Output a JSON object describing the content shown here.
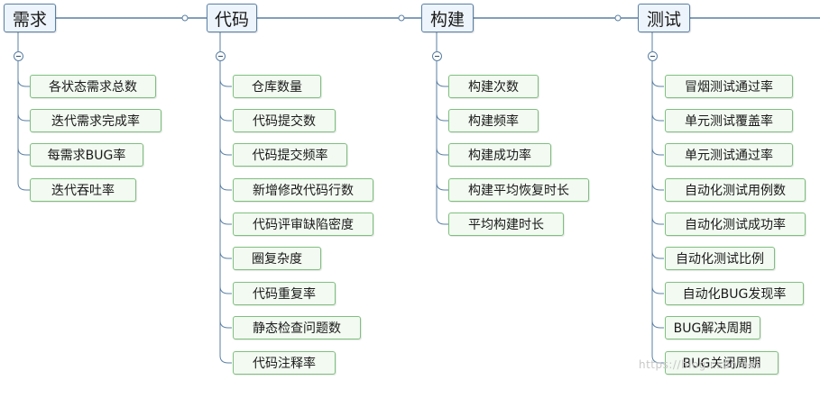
{
  "columns": [
    {
      "title": "需求",
      "items": [
        "各状态需求总数",
        "迭代需求完成率",
        "每需求BUG率",
        "迭代吞吐率"
      ]
    },
    {
      "title": "代码",
      "items": [
        "仓库数量",
        "代码提交数",
        "代码提交频率",
        "新增修改代码行数",
        "代码评审缺陷密度",
        "圈复杂度",
        "代码重复率",
        "静态检查问题数",
        "代码注释率"
      ]
    },
    {
      "title": "构建",
      "items": [
        "构建次数",
        "构建频率",
        "构建成功率",
        "构建平均恢复时长",
        "平均构建时长"
      ]
    },
    {
      "title": "测试",
      "items": [
        "冒烟测试通过率",
        "单元测试覆盖率",
        "单元测试通过率",
        "自动化测试用例数",
        "自动化测试成功率",
        "自动化测试比例",
        "自动化BUG发现率",
        "BUG解决周期",
        "BUG关闭周期"
      ]
    }
  ],
  "watermark": "https://blog.csdn.net",
  "colors": {
    "header_border": "#5a7fa3",
    "header_fill": "#edf4fb",
    "node_border": "#7fbf7f",
    "node_fill": "#f2faf1",
    "line": "#5a7fa3"
  }
}
